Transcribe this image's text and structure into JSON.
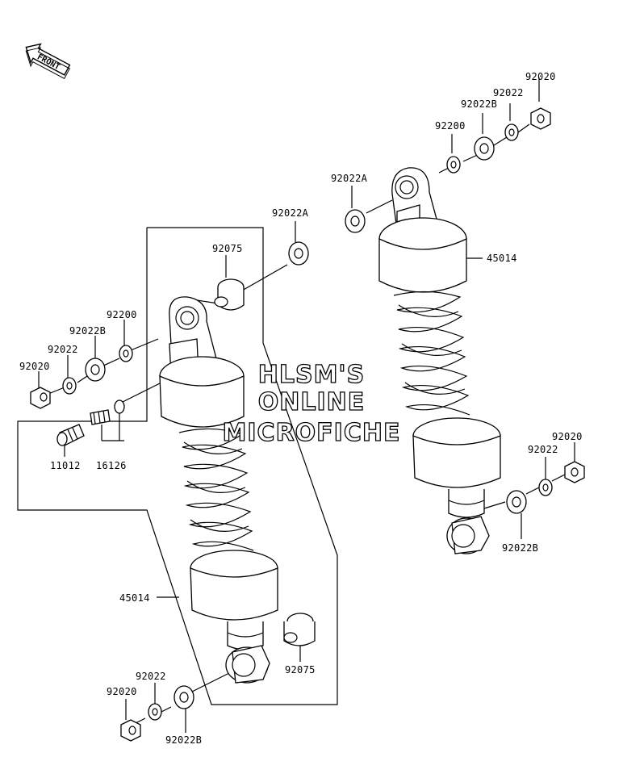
{
  "front_arrow": {
    "label": "FRONT"
  },
  "watermark": {
    "line1": "HLSM'S",
    "line2": "ONLINE",
    "line3": "MICROFICHE"
  },
  "labels": {
    "l_92020_top": "92020",
    "l_92022_top": "92022",
    "l_92022B_top": "92022B",
    "l_92200_top": "92200",
    "l_92022A_top": "92022A",
    "l_45014_right": "45014",
    "l_92020_right": "92020",
    "l_92022_right": "92022",
    "l_92022B_right": "92022B",
    "l_92022A_left": "92022A",
    "l_92075_top": "92075",
    "l_92200_left": "92200",
    "l_92022B_left": "92022B",
    "l_92022_left": "92022",
    "l_92020_left": "92020",
    "l_11012": "11012",
    "l_16126": "16126",
    "l_45014_left": "45014",
    "l_92075_bottom": "92075",
    "l_92022_bottom": "92022",
    "l_92020_bottom": "92020",
    "l_92022B_bottom": "92022B"
  }
}
